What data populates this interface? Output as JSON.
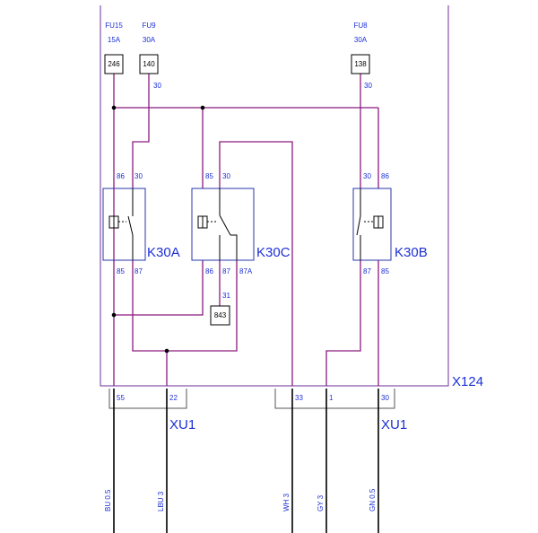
{
  "colors": {
    "wire": "#8b1a7e",
    "label": "#1b2fd6",
    "box": "#2a35a8",
    "frame": "#6e2f9a",
    "black": "#000000"
  },
  "fuses": [
    {
      "name": "FU15",
      "rating": "15A",
      "box": "246"
    },
    {
      "name": "FU9",
      "rating": "30A",
      "box": "140",
      "pin": "30"
    },
    {
      "name": "FU8",
      "rating": "30A",
      "box": "138",
      "pin": "30"
    }
  ],
  "relays": {
    "k30a": {
      "name": "K30A",
      "pin_tl": "86",
      "pin_tr": "30",
      "pin_bl": "85",
      "pin_br": "87"
    },
    "k30c": {
      "name": "K30C",
      "pin_tl": "85",
      "pin_tr": "30",
      "pin_bl": "86",
      "pin_bm": "87",
      "pin_br": "87A"
    },
    "k30b": {
      "name": "K30B",
      "pin_tl": "30",
      "pin_tr": "86",
      "pin_bl": "87",
      "pin_br": "85"
    }
  },
  "ground": {
    "pin": "31",
    "box": "843"
  },
  "frame_label": "X124",
  "connectors": {
    "left": {
      "name": "XU1",
      "pins": [
        "55",
        "22"
      ]
    },
    "right": {
      "name": "XU1",
      "pins": [
        "33",
        "1",
        "30"
      ]
    }
  },
  "wires": [
    "BU 0.5",
    "LBU 3",
    "WH 3",
    "GY 3",
    "GN 0.5"
  ]
}
